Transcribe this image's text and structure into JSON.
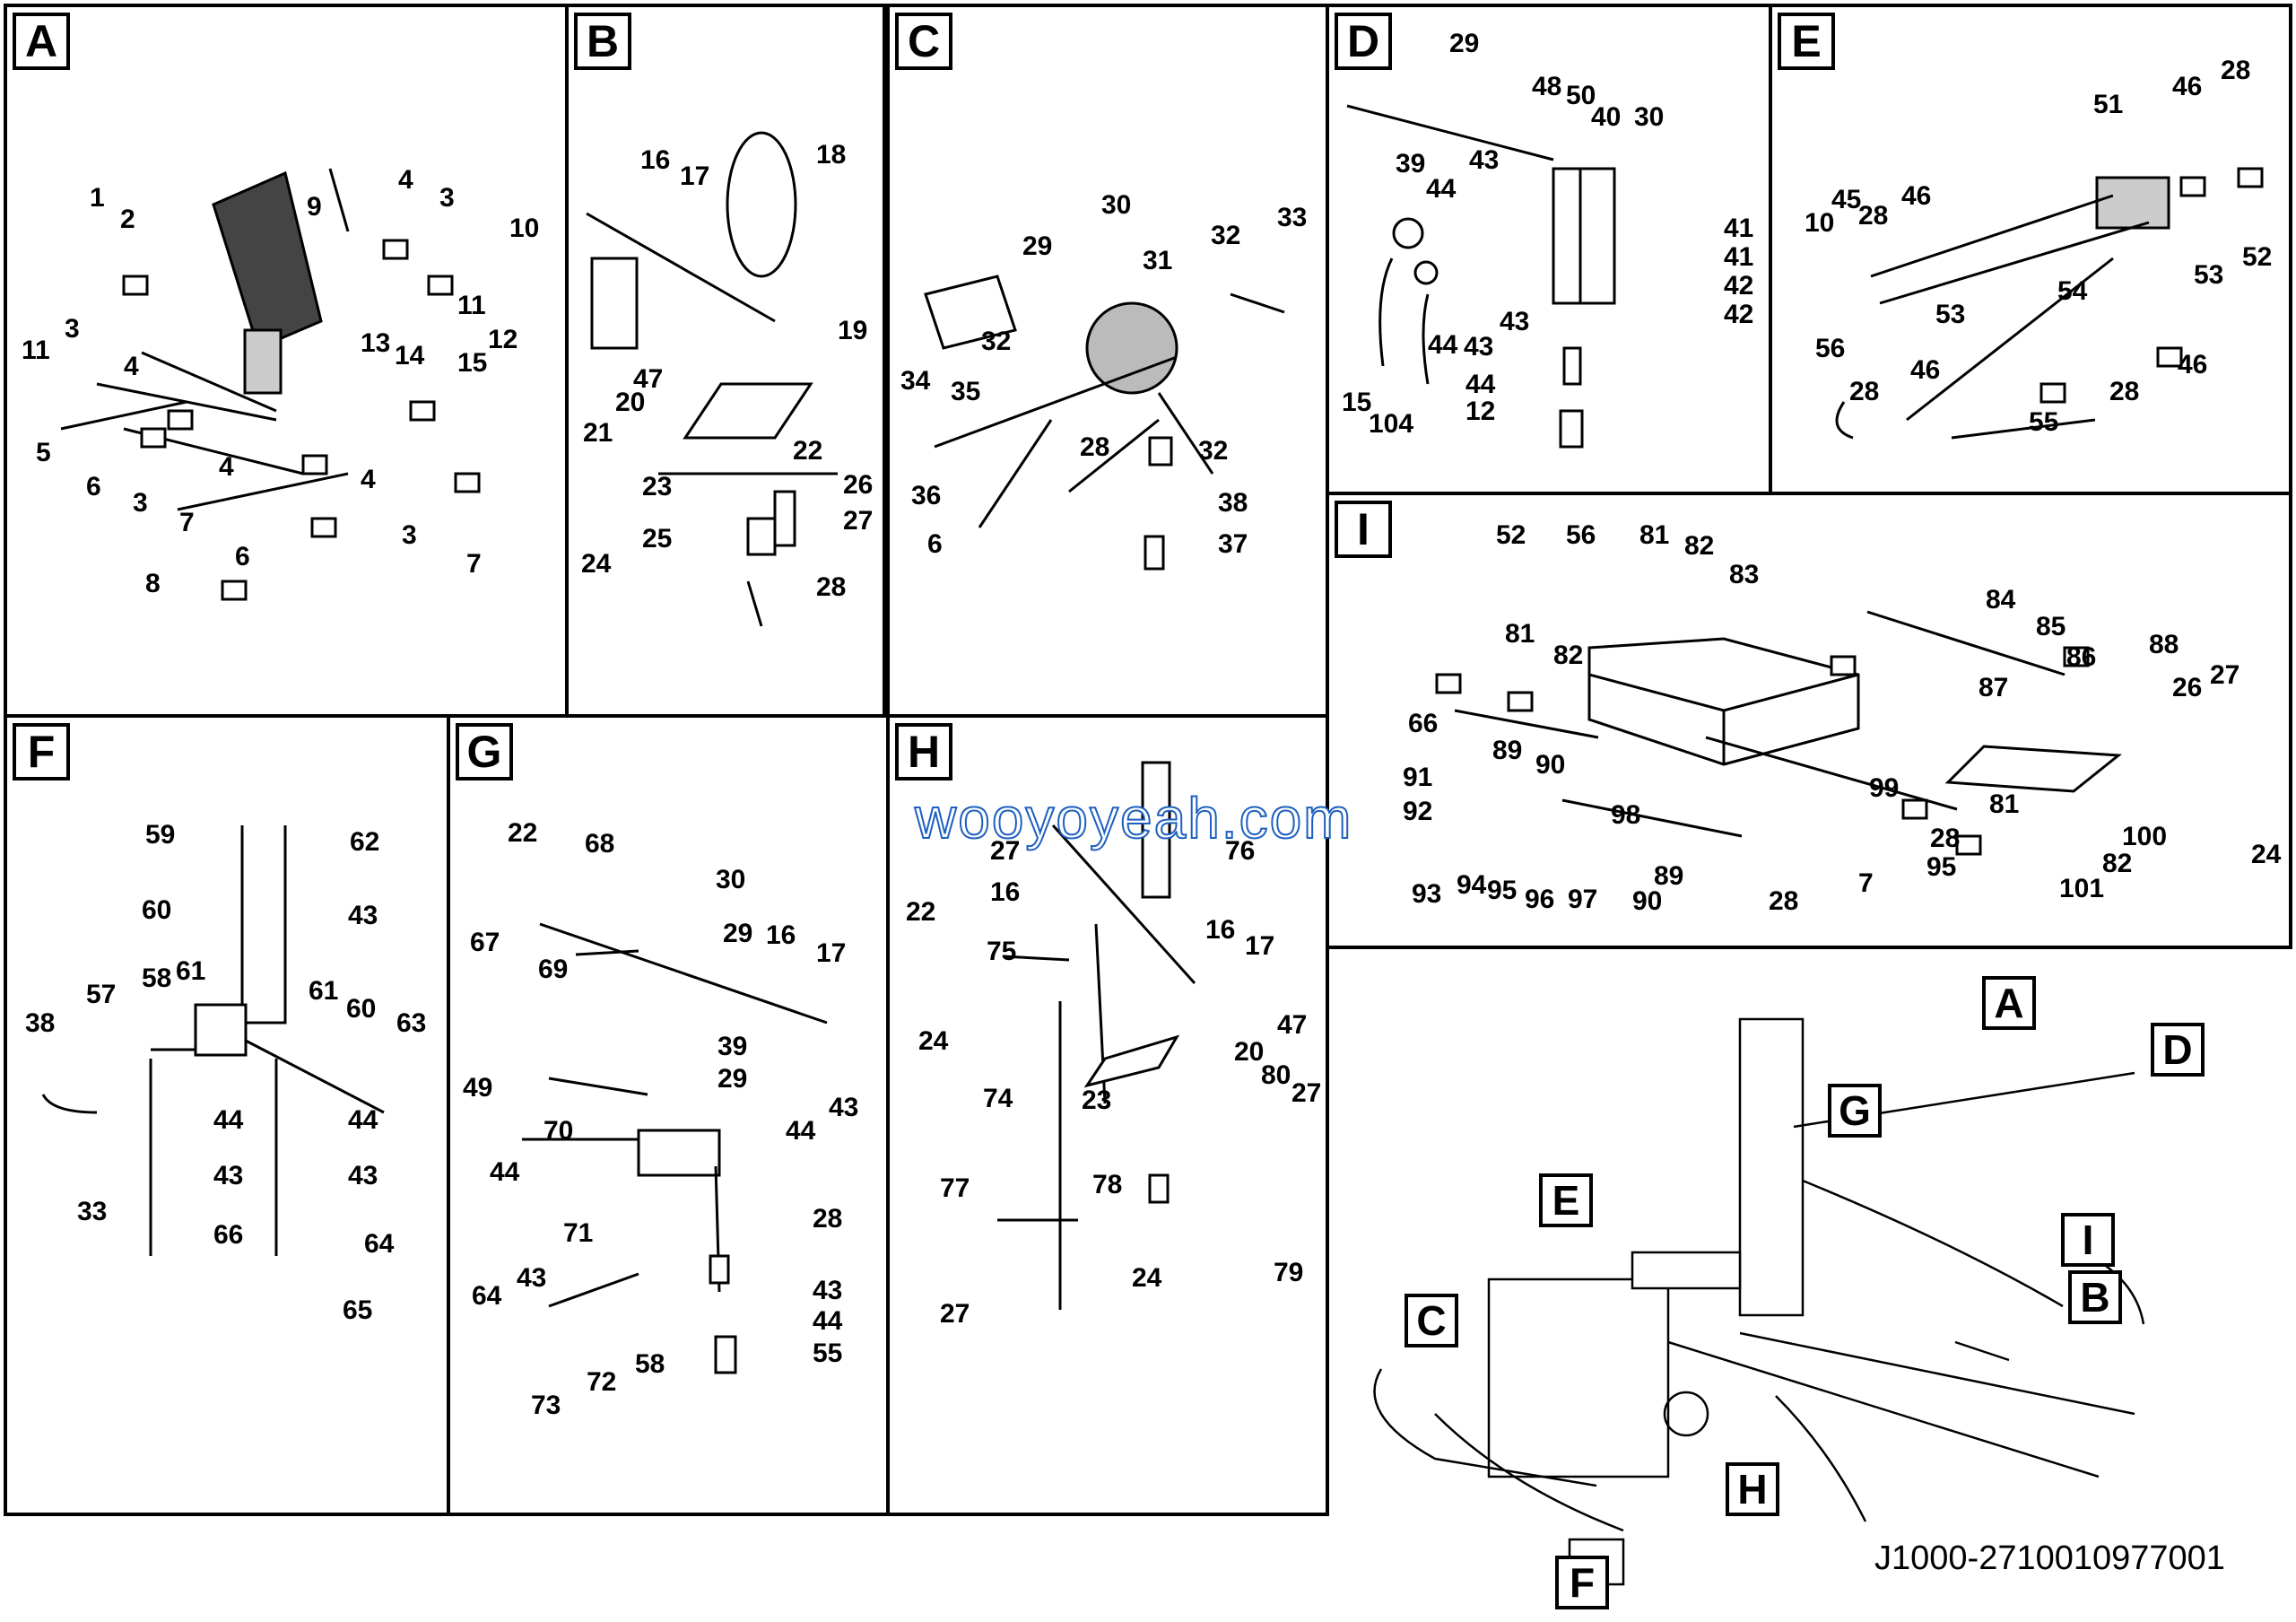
{
  "panels": {
    "A": {
      "label": "A",
      "numbers": [
        "1",
        "2",
        "3",
        "3",
        "3",
        "3",
        "4",
        "4",
        "4",
        "4",
        "5",
        "6",
        "6",
        "7",
        "7",
        "8",
        "9",
        "10",
        "11",
        "11",
        "12",
        "13",
        "14",
        "15"
      ]
    },
    "B": {
      "label": "B",
      "numbers": [
        "16",
        "17",
        "18",
        "19",
        "20",
        "21",
        "22",
        "23",
        "24",
        "25",
        "26",
        "27",
        "28",
        "47"
      ]
    },
    "C": {
      "label": "C",
      "numbers": [
        "29",
        "30",
        "31",
        "32",
        "32",
        "32",
        "33",
        "34",
        "35",
        "36",
        "37",
        "38",
        "28",
        "6"
      ]
    },
    "D": {
      "label": "D",
      "numbers": [
        "29",
        "39",
        "48",
        "50",
        "40",
        "30",
        "43",
        "44",
        "41",
        "41",
        "42",
        "42",
        "43",
        "44",
        "43",
        "44",
        "12",
        "15",
        "104"
      ]
    },
    "E": {
      "label": "E",
      "numbers": [
        "51",
        "46",
        "28",
        "45",
        "10",
        "28",
        "46",
        "52",
        "53",
        "54",
        "53",
        "56",
        "28",
        "46",
        "46",
        "28",
        "55"
      ]
    },
    "F": {
      "label": "F",
      "numbers": [
        "59",
        "62",
        "60",
        "43",
        "58",
        "61",
        "61",
        "60",
        "57",
        "38",
        "63",
        "33",
        "44",
        "44",
        "43",
        "43",
        "66",
        "64",
        "65"
      ]
    },
    "G": {
      "label": "G",
      "numbers": [
        "22",
        "68",
        "30",
        "67",
        "29",
        "16",
        "17",
        "69",
        "39",
        "29",
        "49",
        "43",
        "70",
        "44",
        "44",
        "71",
        "28",
        "43",
        "44",
        "55",
        "64",
        "43",
        "72",
        "58",
        "73"
      ]
    },
    "H": {
      "label": "H",
      "numbers": [
        "27",
        "76",
        "16",
        "22",
        "75",
        "16",
        "17",
        "24",
        "47",
        "20",
        "74",
        "80",
        "27",
        "23",
        "78",
        "77",
        "24",
        "79",
        "27"
      ]
    },
    "I": {
      "label": "I",
      "numbers": [
        "52",
        "56",
        "81",
        "82",
        "83",
        "84",
        "85",
        "81",
        "82",
        "86",
        "88",
        "66",
        "89",
        "90",
        "87",
        "26",
        "27",
        "91",
        "92",
        "99",
        "98",
        "81",
        "93",
        "94",
        "95",
        "96",
        "97",
        "89",
        "90",
        "28",
        "100",
        "28",
        "7",
        "95",
        "82",
        "101",
        "24"
      ]
    },
    "overview": {
      "callouts": [
        "A",
        "D",
        "G",
        "E",
        "I",
        "B",
        "C",
        "H",
        "F"
      ]
    }
  },
  "watermark": "wooyoyeah.com",
  "document_id": "J1000-2710010977001"
}
